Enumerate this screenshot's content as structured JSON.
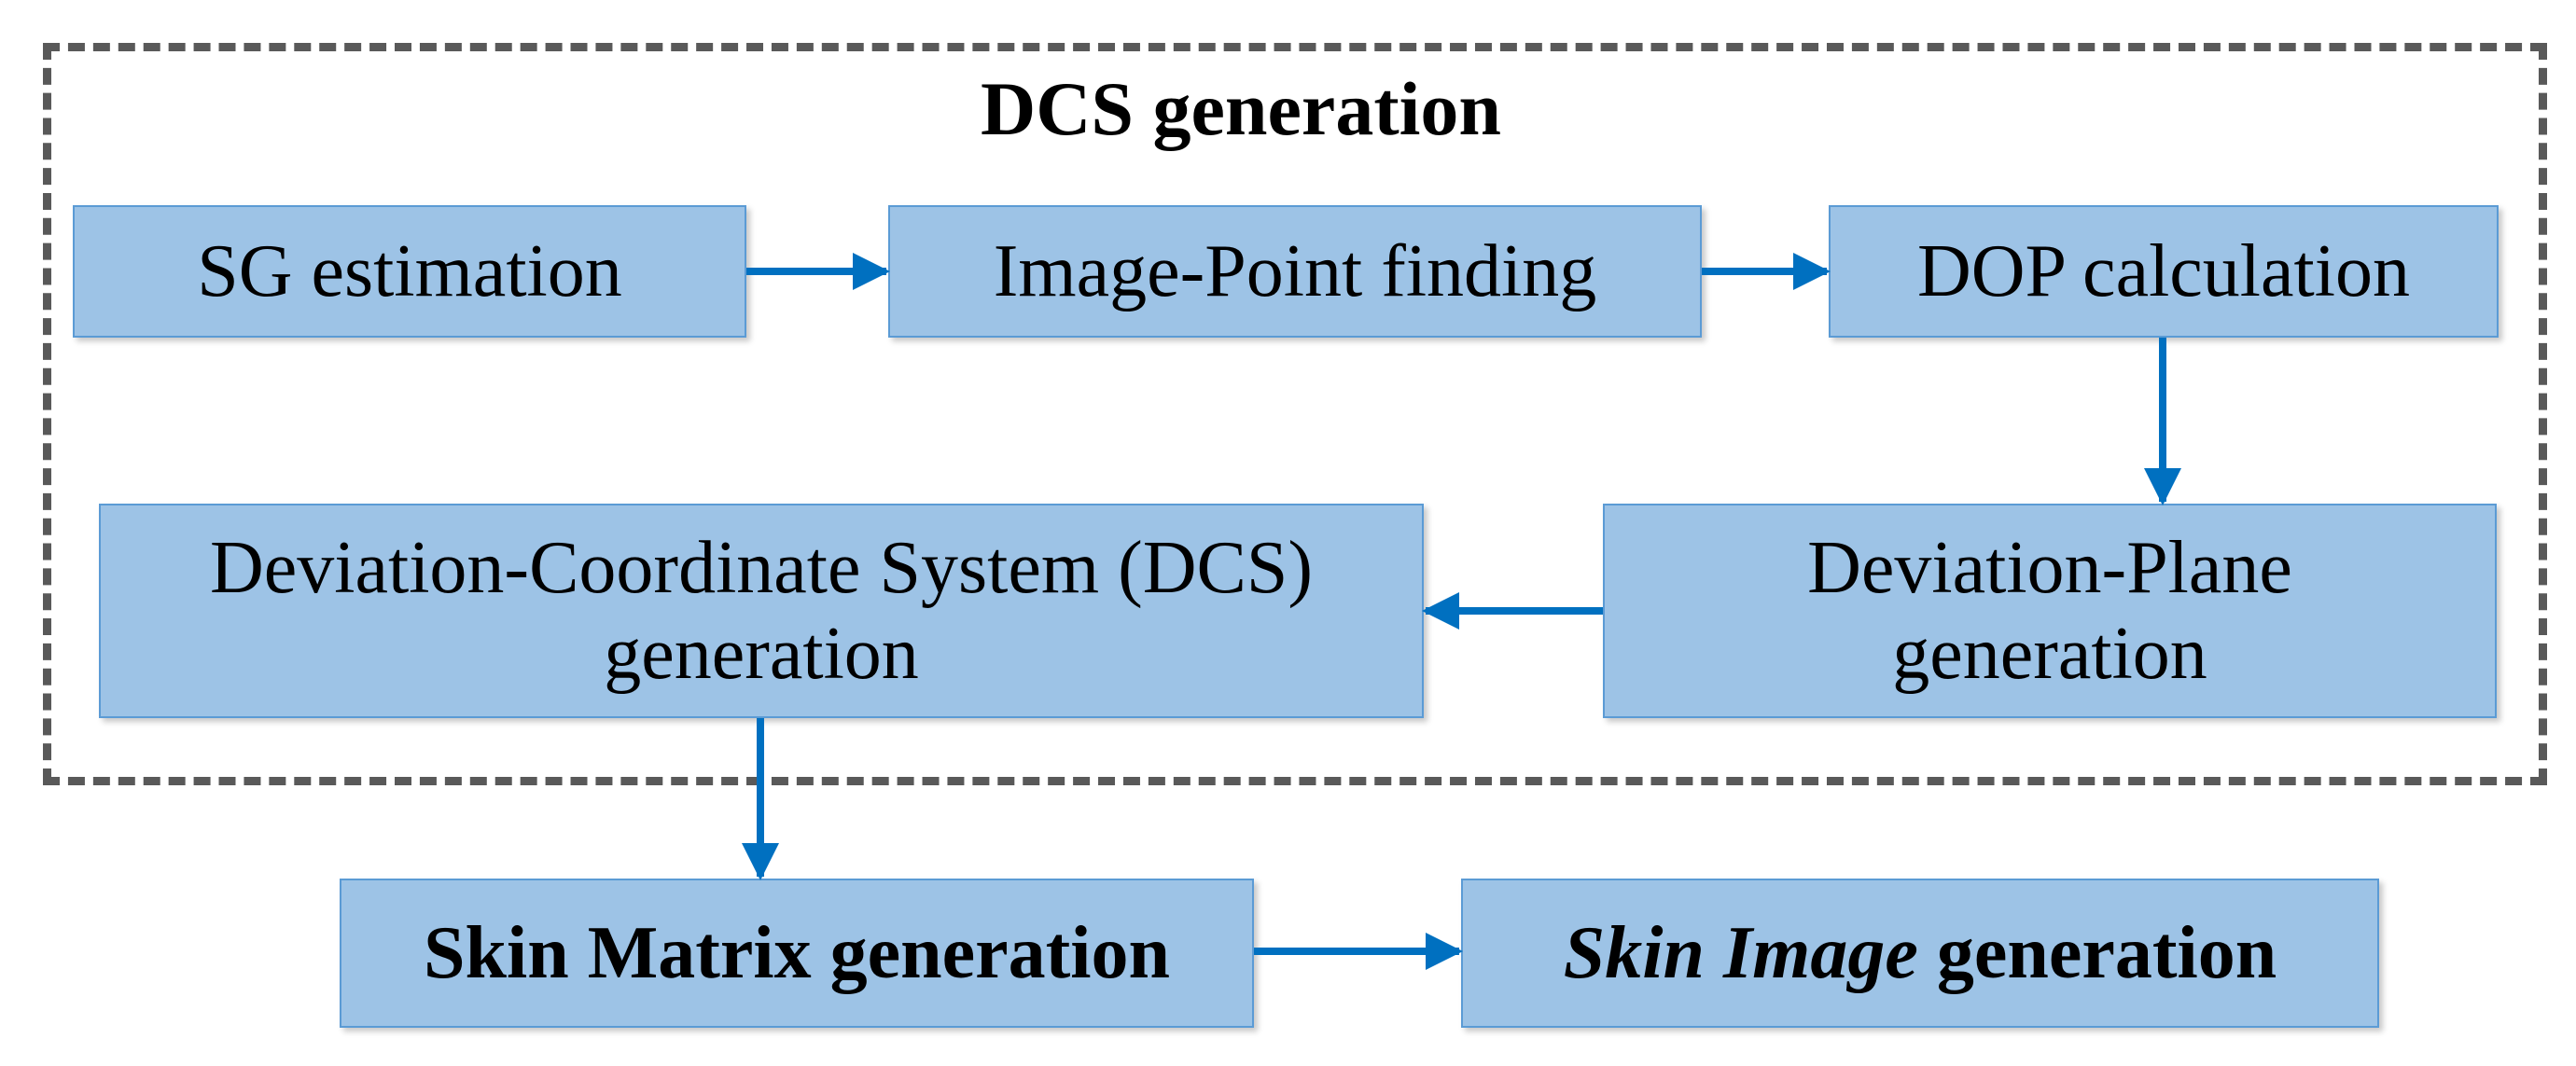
{
  "group": {
    "title": "DCS generation"
  },
  "nodes": {
    "sg": "SG estimation",
    "image_point": "Image-Point finding",
    "dop": "DOP calculation",
    "dcs_line1": "Deviation-Coordinate System (DCS)",
    "dcs_line2": "generation",
    "plane_line1": "Deviation-Plane",
    "plane_line2": "generation",
    "skin_matrix": "Skin Matrix generation",
    "skin_image_italic": "Skin Image",
    "skin_image_rest": " generation"
  },
  "colors": {
    "box_fill": "#9dc3e6",
    "box_border": "#5b9bd5",
    "arrow": "#0070c0",
    "frame": "#595959"
  }
}
